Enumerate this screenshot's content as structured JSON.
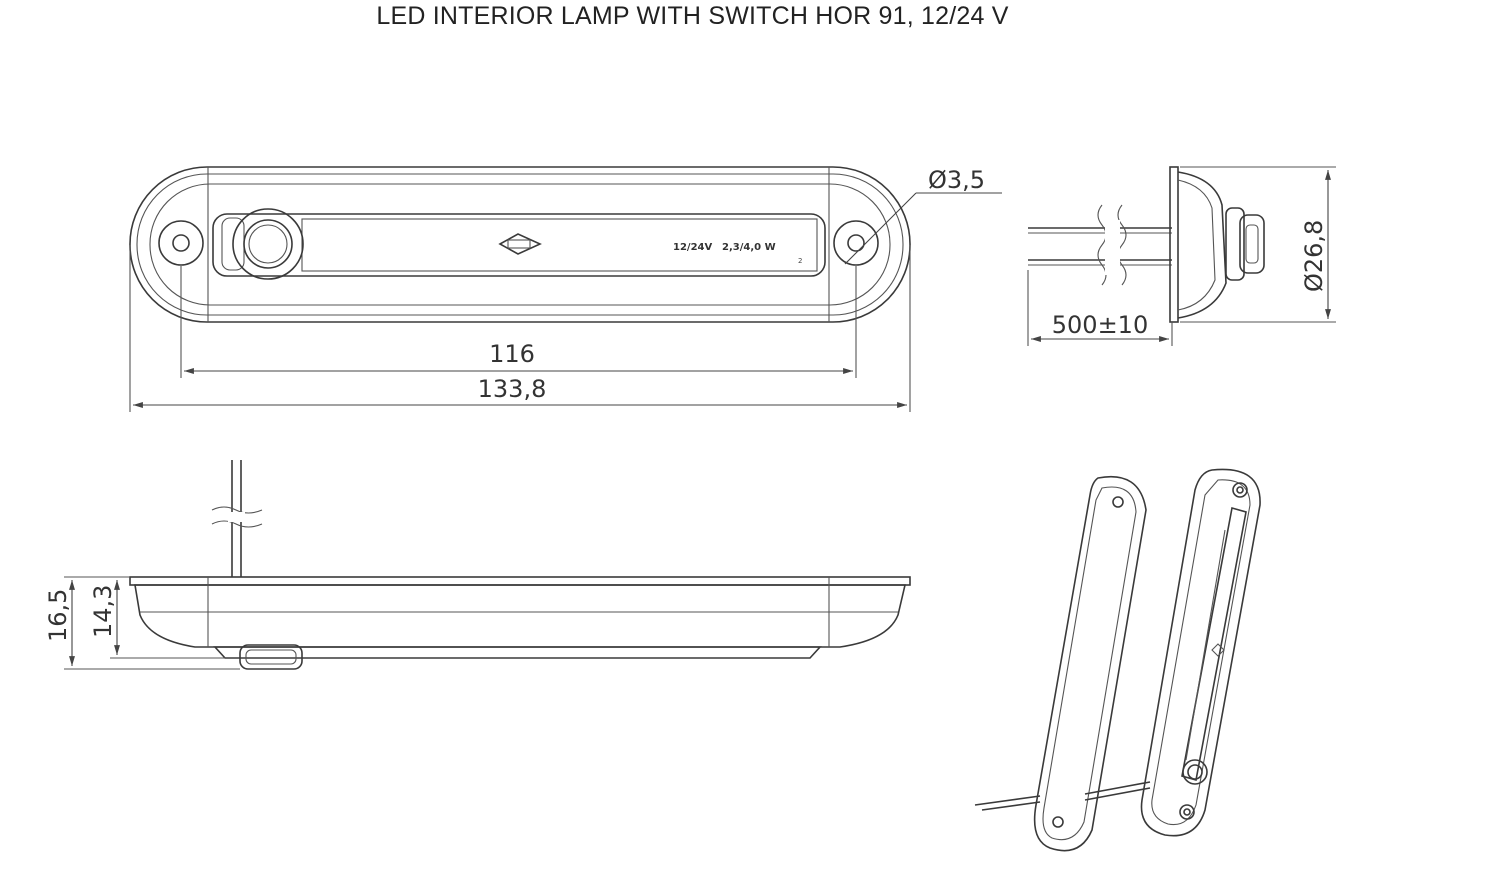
{
  "title": "LED INTERIOR LAMP WITH SWITCH HOR 91, 12/24 V",
  "dimensions": {
    "hole_diameter": "Ø3,5",
    "hole_spacing": "116",
    "overall_length": "133,8",
    "body_diameter": "Ø26,8",
    "cable_length": "500±10",
    "total_height": "16,5",
    "body_height": "14,3"
  },
  "product_label": {
    "voltage": "12/24V",
    "power": "2,3/4,0 W",
    "mark": "2"
  }
}
